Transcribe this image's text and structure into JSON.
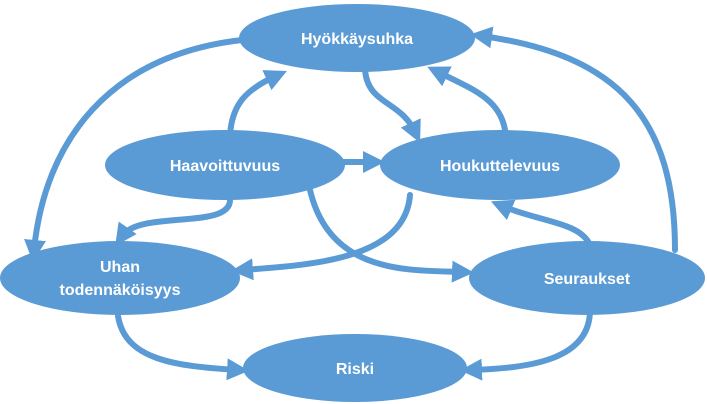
{
  "colors": {
    "node_fill": "#5B9BD5",
    "arrow": "#5B9BD5",
    "text": "#FFFFFF",
    "background": "#FFFFFF"
  },
  "nodes": {
    "hyokkaysuhka": {
      "label": "Hyökkäysuhka"
    },
    "haavoittuvuus": {
      "label": "Haavoittuvuus"
    },
    "houkuttelevuus": {
      "label": "Houkuttelevuus"
    },
    "uhan": {
      "line1": "Uhan",
      "line2": "todennäköisyys"
    },
    "seuraukset": {
      "label": "Seuraukset"
    },
    "riski": {
      "label": "Riski"
    }
  }
}
